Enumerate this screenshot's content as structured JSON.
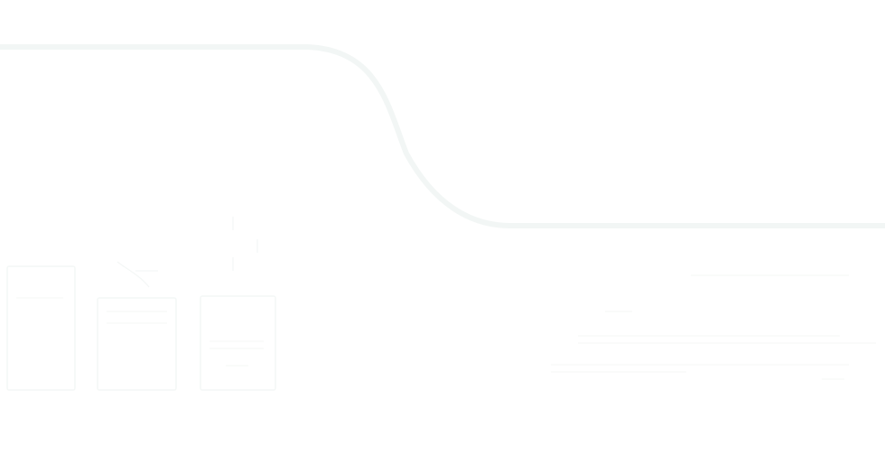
{
  "canvas": {
    "background": "#ffffff",
    "stroke_color": "#f4f7f6",
    "curve_color": "#f2f6f5"
  },
  "elements": {
    "flow_curve": {
      "type": "s-curve"
    },
    "left_panel": {
      "type": "box"
    },
    "center_panel": {
      "type": "box"
    },
    "right_panel": {
      "type": "box"
    },
    "right_text_group": {
      "type": "faint-text-lines"
    }
  }
}
